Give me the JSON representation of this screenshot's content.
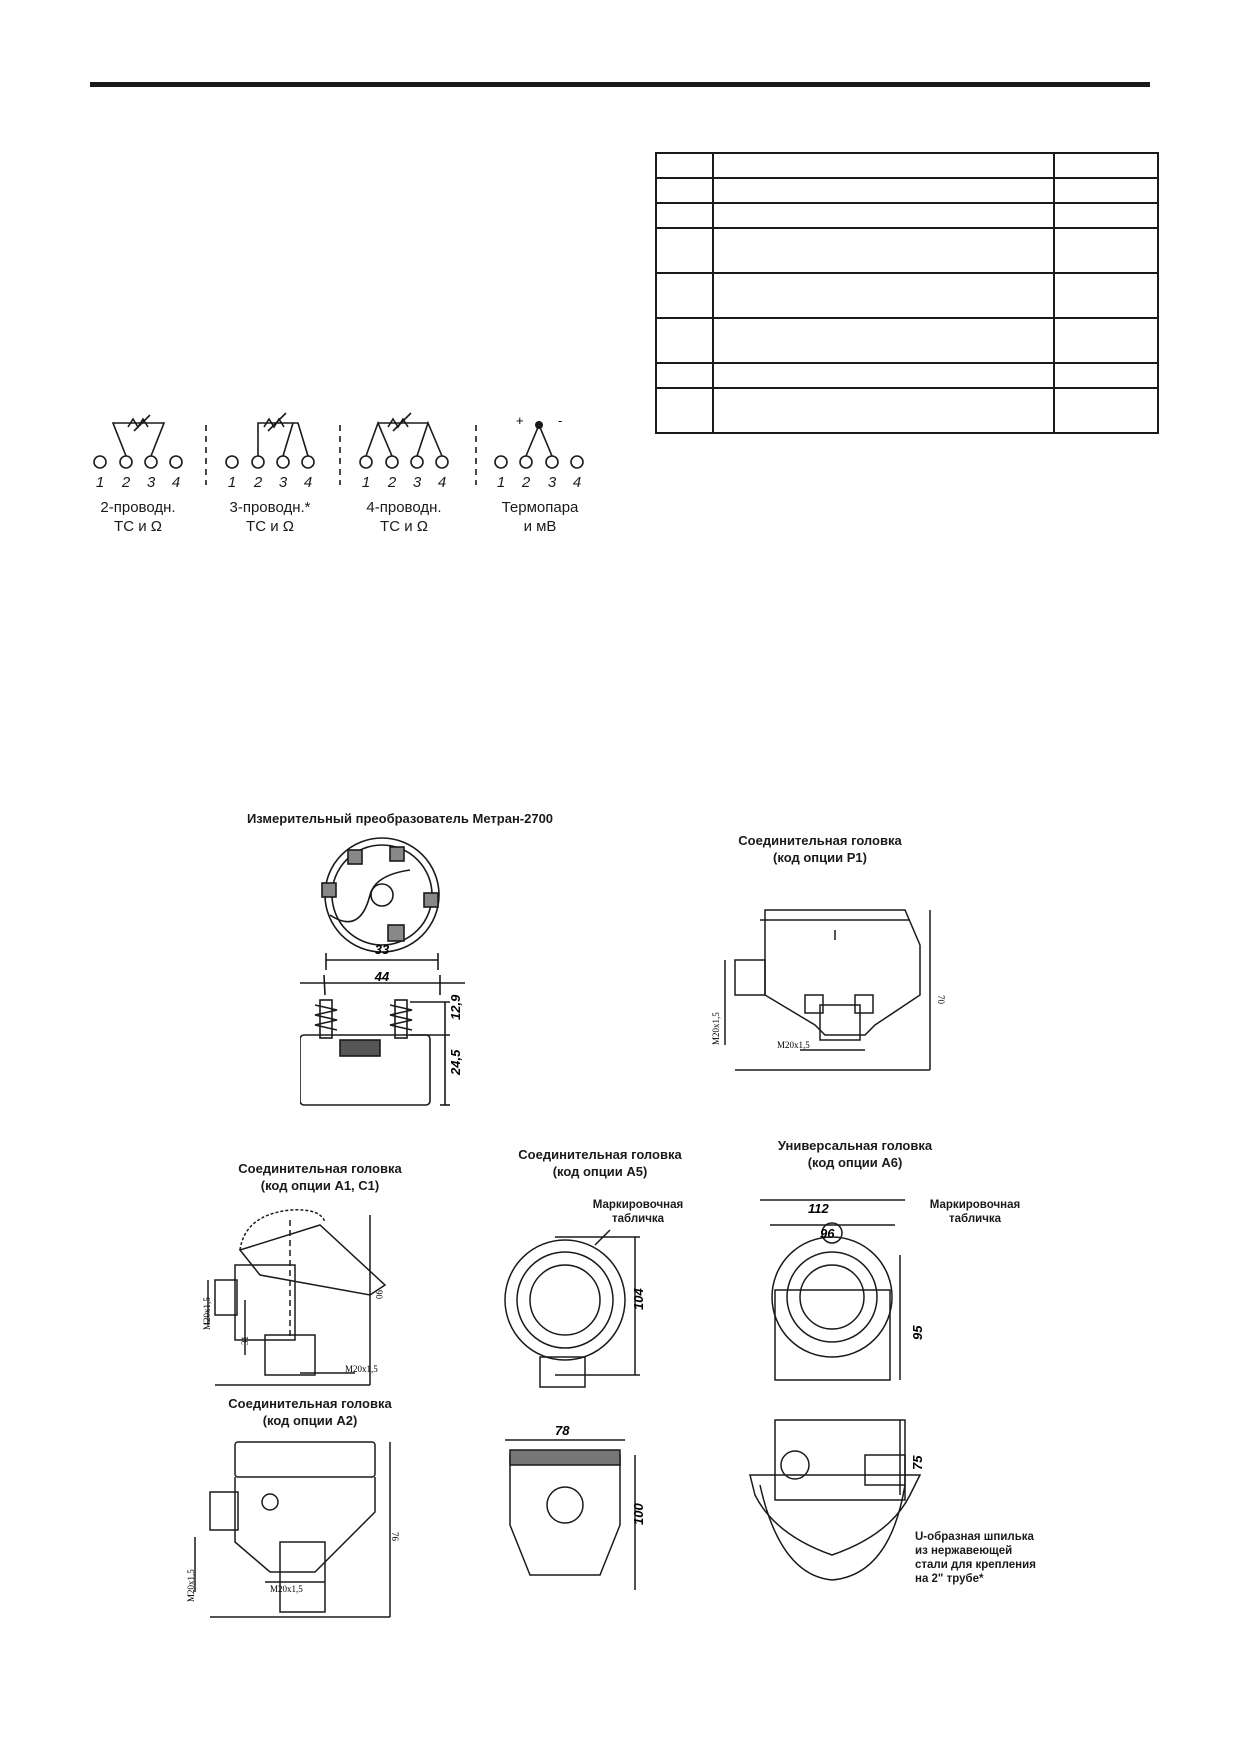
{
  "wiring": {
    "terminals": [
      "1",
      "2",
      "3",
      "4"
    ],
    "captions": [
      {
        "line1": "2-проводн.",
        "line2": "ТС и Ω"
      },
      {
        "line1": "3-проводн.*",
        "line2": "ТС и Ω"
      },
      {
        "line1": "4-проводн.",
        "line2": "ТС и Ω"
      },
      {
        "line1": "Термопара",
        "line2": "и мВ"
      }
    ],
    "plus": "+",
    "minus": "-"
  },
  "drawings": {
    "metran_title": "Измерительный преобразователь Метран-2700",
    "metran_dims": {
      "d33": "33",
      "d44": "44",
      "d129": "12,9",
      "d245": "24,5"
    },
    "p1": {
      "title": "Соединительная головка",
      "code": "(код опции Р1)",
      "thread1": "M20x1,5",
      "thread2": "M20x1,5",
      "h": "70"
    },
    "a1c1": {
      "title": "Соединительная головка",
      "code": "(код опции А1, С1)",
      "thread1": "M20x1,5",
      "thread2": "M20x1,5",
      "h": "90",
      "h2": "31"
    },
    "a2": {
      "title": "Соединительная головка",
      "code": "(код опции А2)",
      "thread1": "M20x1,5",
      "thread2": "M20x1,5",
      "h": "76"
    },
    "a5": {
      "title": "Соединительная головка",
      "code": "(код опции А5)",
      "plate_line1": "Маркировочная",
      "plate_line2": "табличка",
      "d104": "104",
      "d78": "78",
      "d100": "100"
    },
    "a6": {
      "title": "Универсальная головка",
      "code": "(код опции А6)",
      "plate_line1": "Маркировочная",
      "plate_line2": "табличка",
      "d112": "112",
      "d96": "96",
      "d95": "95",
      "d75": "75",
      "bolt_lines": [
        "U-образная шпилька",
        "из нержавеющей",
        "стали для крепления",
        "на 2\" трубе*"
      ]
    }
  }
}
